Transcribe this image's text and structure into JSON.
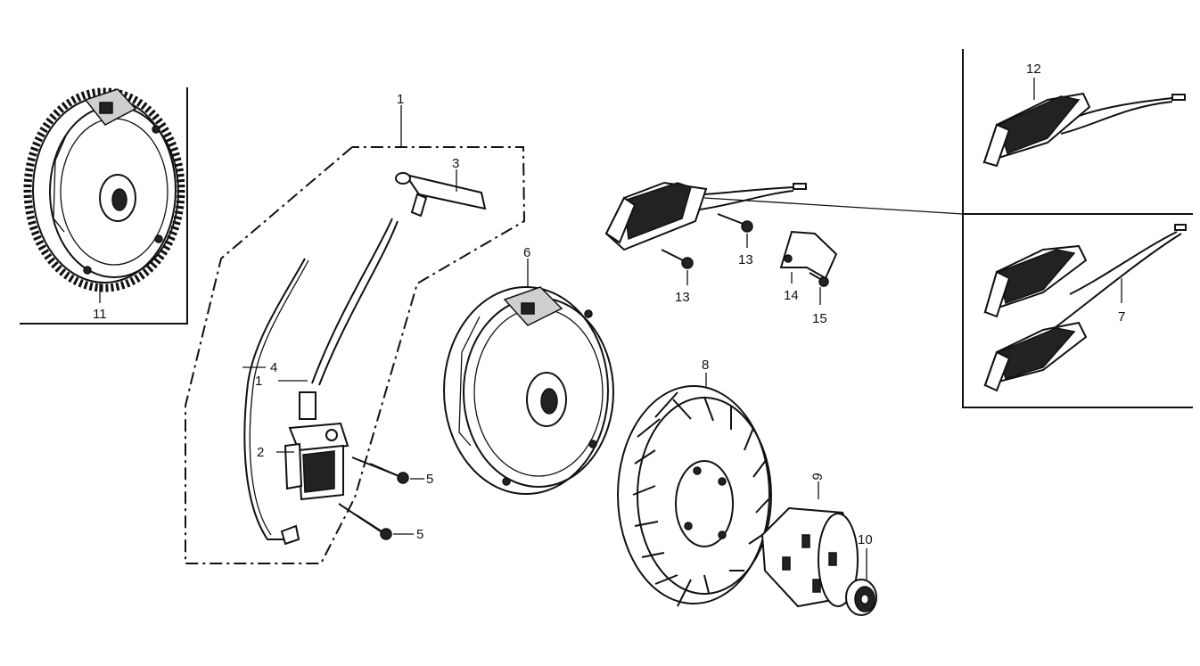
{
  "callouts": {
    "c1_top": "1",
    "c1_coil": "1",
    "c2": "2",
    "c3": "3",
    "c4": "4",
    "c5a": "5",
    "c5b": "5",
    "c6": "6",
    "c7": "7",
    "c8": "8",
    "c9": "9",
    "c10": "10",
    "c11": "11",
    "c12": "12",
    "c13a": "13",
    "c13b": "13",
    "c14": "14",
    "c15": "15"
  }
}
